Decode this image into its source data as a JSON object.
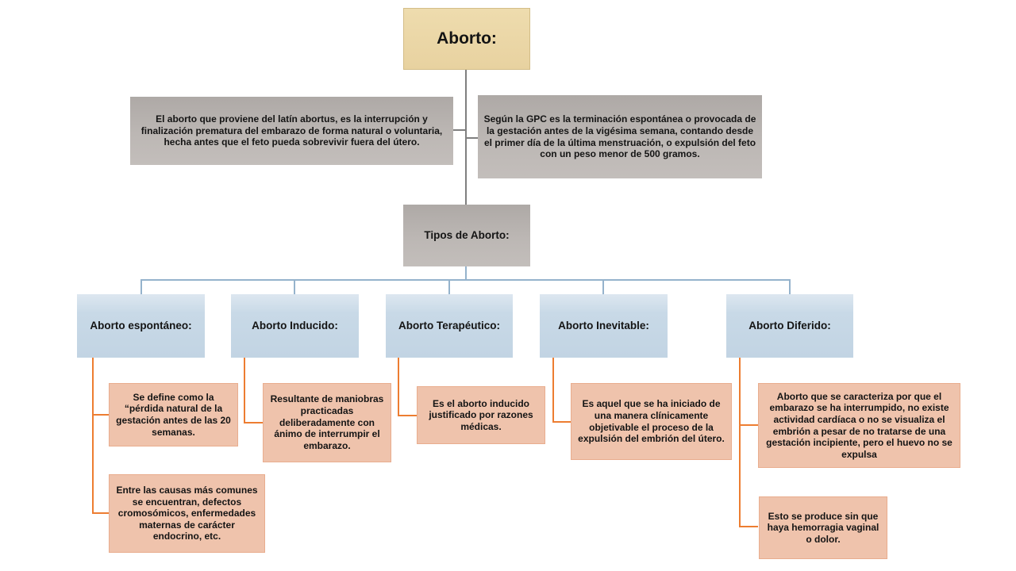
{
  "root": {
    "label": "Aborto:"
  },
  "definitions": {
    "left": "El aborto que proviene del latín abortus, es la interrupción y finalización prematura del embarazo de forma natural o voluntaria, hecha antes que el feto pueda sobrevivir fuera del útero.",
    "right": "Según la GPC es la terminación espontánea o provocada de la gestación antes de la vigésima semana, contando desde el primer día de la última menstruación, o expulsión del feto con un peso menor de 500 gramos."
  },
  "tipos": {
    "label": "Tipos de Aborto:"
  },
  "types": [
    {
      "label": "Aborto espontáneo:",
      "notes": [
        "Se define como la “pérdida natural de la gestación antes de las 20 semanas.",
        "Entre las causas más comunes se  encuentran, defectos cromosómicos, enfermedades maternas de carácter endocrino, etc."
      ]
    },
    {
      "label": "Aborto Inducido:",
      "notes": [
        "Resultante de maniobras practicadas deliberadamente con ánimo de interrumpir el embarazo."
      ]
    },
    {
      "label": "Aborto Terapéutico:",
      "notes": [
        "Es el aborto inducido justificado por razones médicas."
      ]
    },
    {
      "label": "Aborto Inevitable:",
      "notes": [
        "Es aquel que se ha iniciado de una manera clínicamente objetivable el proceso de la expulsión del embrión del útero."
      ]
    },
    {
      "label": "Aborto Diferido:",
      "notes": [
        "Aborto que se caracteriza por que el embarazo se ha interrumpido, no existe actividad cardíaca o no se visualiza el embrión a pesar de no tratarse de una gestación incipiente, pero el huevo no se expulsa",
        "Esto se produce sin que haya hemorragia vaginal o dolor."
      ]
    }
  ],
  "colors": {
    "root_fill": "#ecd8a6",
    "gray_fill": "#b4afac",
    "blue_fill": "#c3d5e4",
    "salmon_fill": "#efc3ac",
    "connector_gray": "#7f7f7f",
    "connector_blue": "#95b3cc",
    "connector_orange": "#ed7d31"
  }
}
